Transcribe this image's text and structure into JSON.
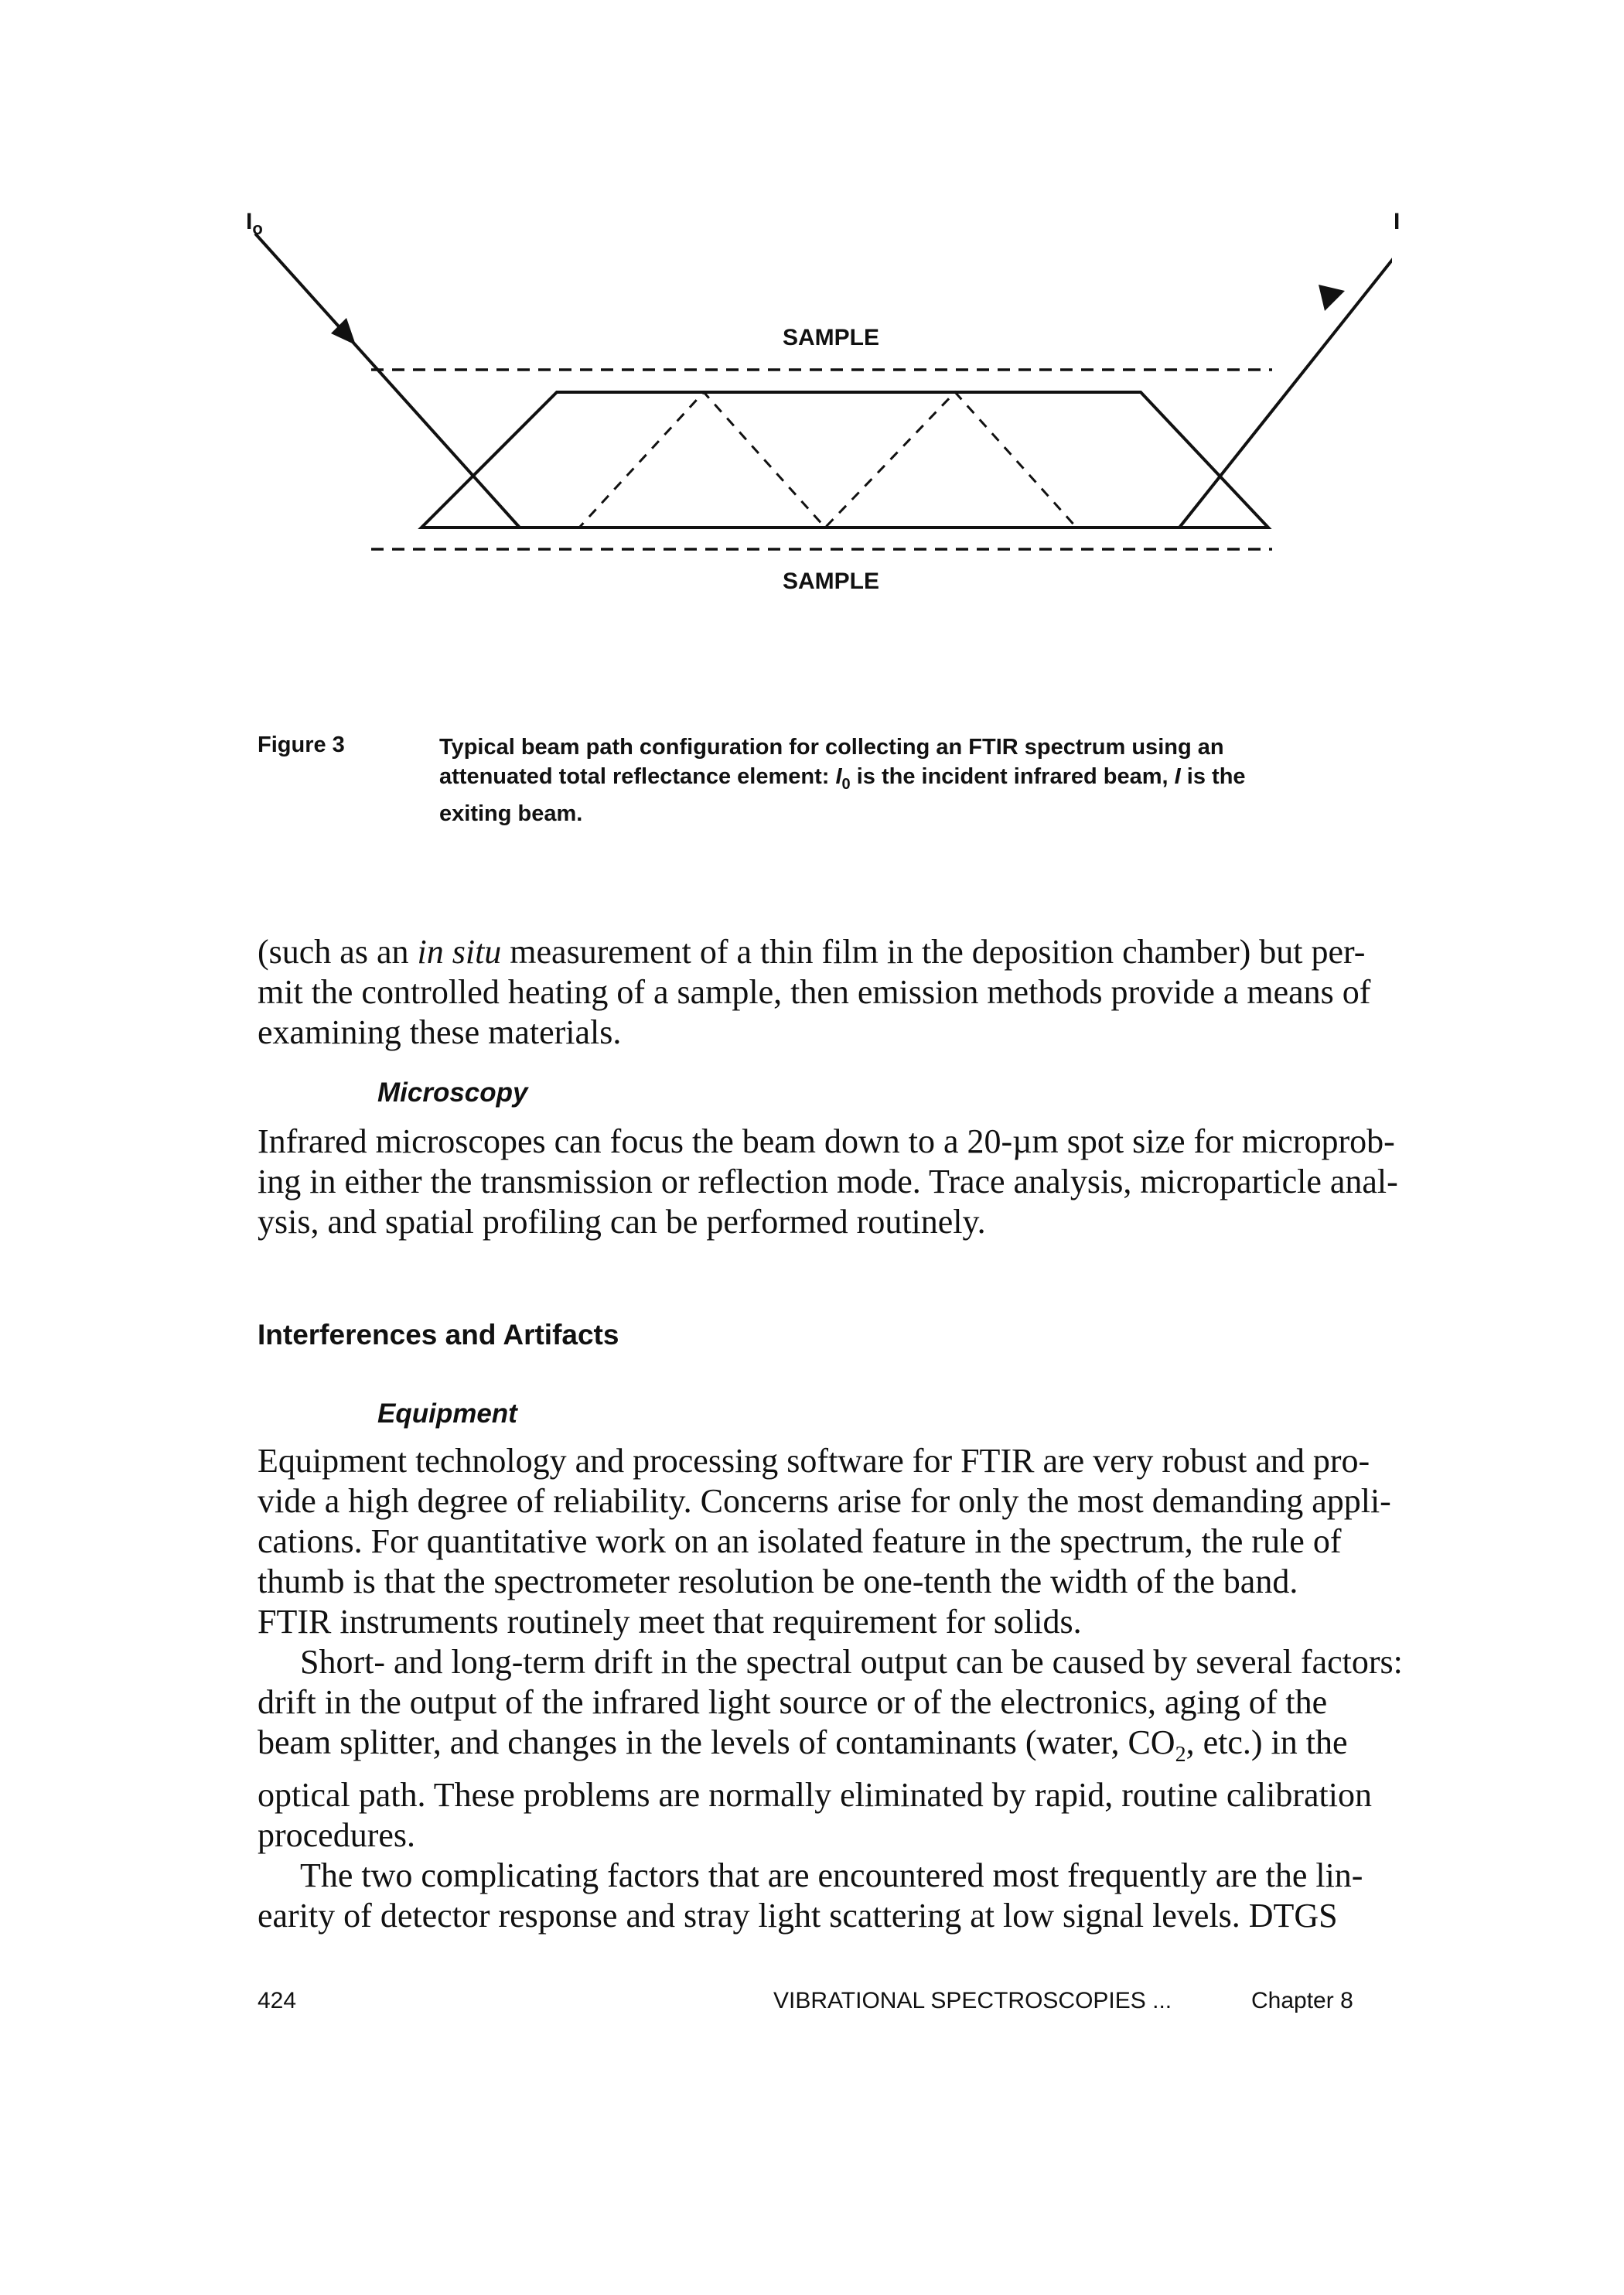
{
  "figure": {
    "label_incident": "I",
    "label_incident_sub": "o",
    "label_exit": "I",
    "sample_top": "SAMPLE",
    "sample_bottom": "SAMPLE"
  },
  "caption": {
    "label": "Figure 3",
    "line1": "Typical beam path configuration for collecting an FTIR spectrum using an",
    "line2a": "attenuated total reflectance element: ",
    "line2_i": "I",
    "line2_sub": "0",
    "line2b": " is the incident infrared beam, ",
    "line2_i2": "I",
    "line2c": " is the",
    "line3": "exiting beam."
  },
  "para1": {
    "line1a": "(such as an ",
    "line1_italic": "in situ",
    "line1b": " measurement of a thin film in the deposition chamber) but per-",
    "line2": "mit the controlled heating of a sample, then emission methods provide a means of",
    "line3": "examining these materials."
  },
  "microscopy": {
    "heading": "Microscopy",
    "line1": "Infrared microscopes can focus the beam down to a 20-µm spot size for microprob-",
    "line2": "ing in either the transmission or reflection mode. Trace analysis, microparticle anal-",
    "line3": "ysis, and spatial profiling can be performed routinely."
  },
  "section": {
    "heading": "Interferences and Artifacts"
  },
  "equipment": {
    "heading": "Equipment",
    "p1": [
      "Equipment technology and processing software for FTIR are very robust and pro-",
      "vide a high degree of reliability. Concerns arise for only the most demanding appli-",
      "cations. For quantitative work on an isolated feature in the spectrum, the rule of",
      "thumb is that the spectrometer resolution be one-tenth the width of the band.",
      "FTIR instruments routinely meet that requirement for solids."
    ],
    "p2_line1": "Short- and long-term drift in the spectral output can be caused by several factors:",
    "p2_line2": "drift in the output of the infrared light source or of the electronics, aging of the",
    "p2_line3a": "beam splitter, and changes in the levels of contaminants (water, CO",
    "p2_line3_sub": "2",
    "p2_line3b": ", etc.) in the",
    "p2_line4": "optical path. These problems are normally eliminated by rapid, routine calibration",
    "p2_line5": "procedures.",
    "p3_line1": "The two complicating factors that are encountered most frequently are the lin-",
    "p3_line2": "earity of detector response and stray light scattering at low signal levels. DTGS"
  },
  "footer": {
    "page_number": "424",
    "running_title": "VIBRATIONAL SPECTROSCOPIES ...",
    "chapter": "Chapter 8"
  }
}
